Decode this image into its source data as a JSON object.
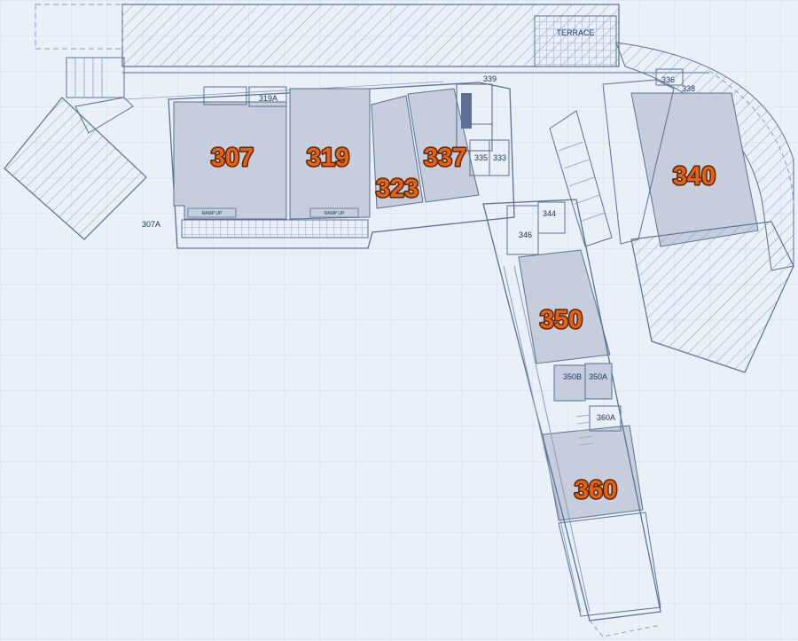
{
  "colors": {
    "background": "#eaf0f7",
    "grid": "#d3deec",
    "line": "#5d6f94",
    "line_light": "#8d9cbc",
    "room_fill": "#c6cede",
    "label_fill": "#e8620c",
    "label_stroke": "#5a2408",
    "small_text": "#1e2f59"
  },
  "rooms": {
    "r307": "307",
    "r319": "319",
    "r323": "323",
    "r337": "337",
    "r340": "340",
    "r350": "350",
    "r360": "360"
  },
  "small_labels": {
    "r307a": "307A",
    "r319a": "319A",
    "r333": "333",
    "r335": "335",
    "r336": "336",
    "r338": "338",
    "r339": "339",
    "r344": "344",
    "r346": "346",
    "r350a": "350A",
    "r350b": "350B",
    "r360a": "360A",
    "terrace": "TERRACE"
  },
  "ramp_labels": {
    "ramp_307": "RAMP UP",
    "ramp_319": "RAMP UP"
  }
}
